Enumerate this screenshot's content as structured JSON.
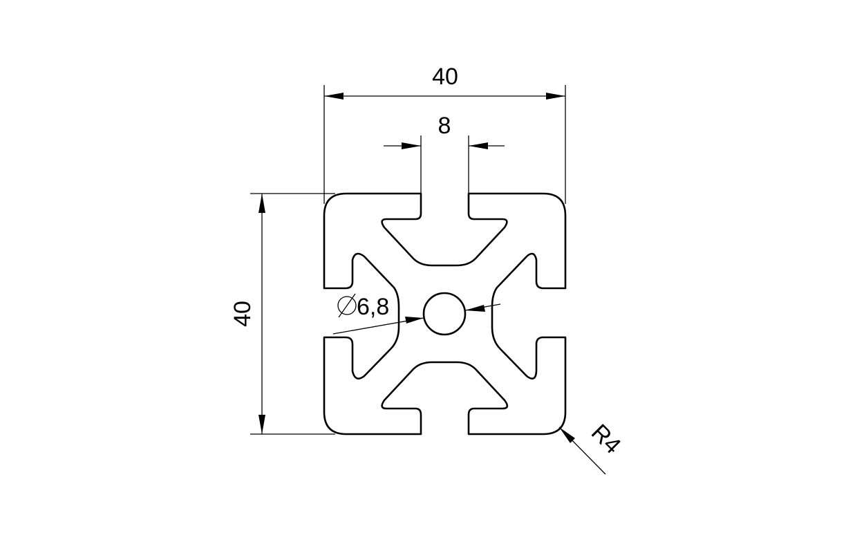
{
  "drawing": {
    "dimensions": {
      "overall_width": "40",
      "slot_width": "8",
      "overall_height": "40",
      "bore_diameter": "6,8",
      "corner_radius": "R4"
    },
    "colors": {
      "line": "#000000",
      "background": "#ffffff"
    }
  }
}
